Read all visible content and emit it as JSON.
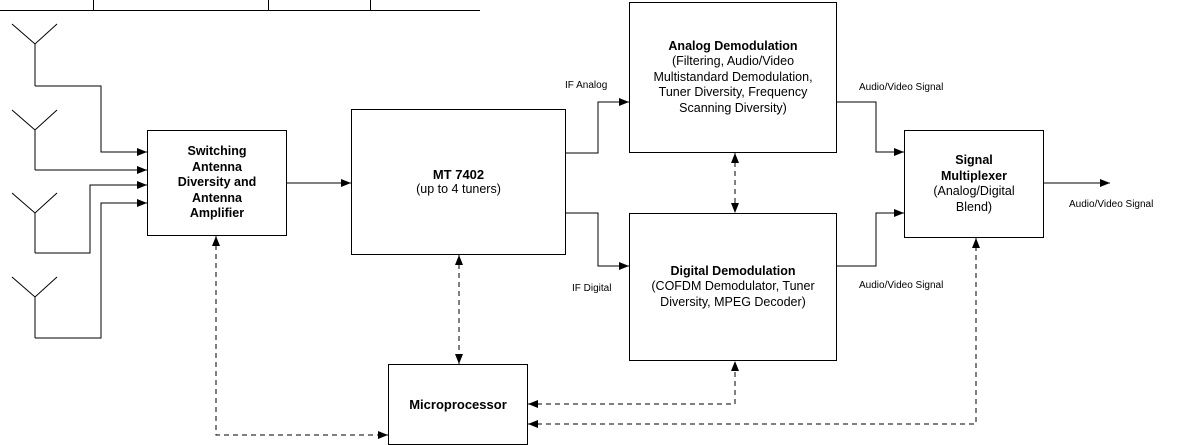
{
  "blocks": {
    "switching": {
      "title": "Switching Antenna Diversity and Antenna Amplifier",
      "sub": ""
    },
    "tuner": {
      "title": "MT 7402",
      "sub": "(up to 4 tuners)"
    },
    "analog": {
      "title": "Analog Demodulation",
      "sub": "(Filtering, Audio/Video Multistandard Demodulation, Tuner Diversity, Frequency Scanning Diversity)"
    },
    "digital": {
      "title": "Digital Demodulation",
      "sub": "(COFDM Demodulator, Tuner Diversity, MPEG Decoder)"
    },
    "mux": {
      "title": "Signal Multiplexer",
      "sub": "(Analog/Digital Blend)"
    },
    "micro": {
      "title": "Microprocessor",
      "sub": ""
    }
  },
  "labels": {
    "if_analog": "IF Analog",
    "if_digital": "IF Digital",
    "av_top": "Audio/Video Signal",
    "av_bottom": "Audio/Video Signal",
    "av_out": "Audio/Video Signal"
  },
  "icons": {
    "antenna": "antenna-icon"
  }
}
